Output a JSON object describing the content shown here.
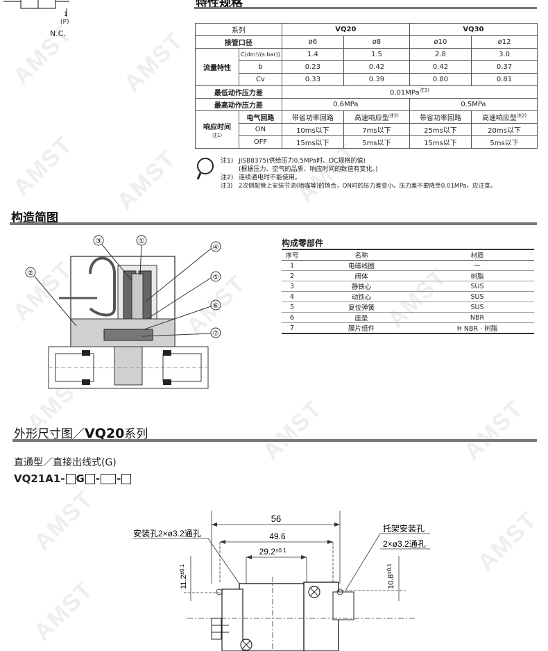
{
  "top": {
    "port_label": "1",
    "port_sub": "(P)",
    "nc_label": "N.C.",
    "section_title": "特性规格"
  },
  "spec": {
    "header_series": "系列",
    "vq20": "VQ20",
    "vq30": "VQ30",
    "port_label": "接管口径",
    "ports": [
      "ø6",
      "ø8",
      "ø10",
      "ø12"
    ],
    "flow_label": "流量特性",
    "c_label": "C(dm³/(s·bar))",
    "c_values": [
      "1.4",
      "1.5",
      "2.8",
      "3.0"
    ],
    "b_label": "b",
    "b_values": [
      "0.23",
      "0.42",
      "0.42",
      "0.37"
    ],
    "cv_label": "Cv",
    "cv_values": [
      "0.33",
      "0.39",
      "0.80",
      "0.81"
    ],
    "min_label": "最低动作压力差",
    "min_value": "0.01MPa",
    "min_note": "注3)",
    "max_label": "最高动作压力差",
    "max_vq20": "0.6MPa",
    "max_vq30": "0.5MPa",
    "resp_label": "响应时间",
    "resp_note": "注1)",
    "circuit_label": "电气回路",
    "circuit_a": "带省功率回路",
    "circuit_b": "高速响应型",
    "circuit_note": "注2)",
    "on_label": "ON",
    "on_values": [
      "10ms以下",
      "7ms以下",
      "25ms以下",
      "20ms以下"
    ],
    "off_label": "OFF",
    "off_values": [
      "15ms以下",
      "5ms以下",
      "15ms以下",
      "5ms以下"
    ]
  },
  "notes": [
    {
      "tag": "注1)",
      "text": "JISB8375(供给压力0.5MPa时、DC规格的值)"
    },
    {
      "tag": "",
      "text": "(根据压力、空气的品质、响应时间的数值有变化。)"
    },
    {
      "tag": "注2)",
      "text": "连续通电时不能使用。"
    },
    {
      "tag": "注3)",
      "text": "2次侧配管上安装节流(喷嘴等)的场合，ON时的压力差变小。压力差不要降至0.01MPa，应注意。"
    }
  ],
  "structure": {
    "title": "构造简图",
    "callouts": [
      "①",
      "②",
      "③",
      "④",
      "⑤",
      "⑥",
      "⑦"
    ]
  },
  "parts": {
    "title": "构成零部件",
    "headers": [
      "序号",
      "名称",
      "材质"
    ],
    "rows": [
      [
        "1",
        "电磁线圈",
        "—"
      ],
      [
        "2",
        "阀体",
        "树脂"
      ],
      [
        "3",
        "静铁心",
        "SUS"
      ],
      [
        "4",
        "动铁心",
        "SUS"
      ],
      [
        "5",
        "复位弹簧",
        "SUS"
      ],
      [
        "6",
        "座垫",
        "NBR"
      ],
      [
        "7",
        "膜片组件",
        "H NBR · 树脂"
      ]
    ]
  },
  "dimensions": {
    "title_prefix": "外形尺寸图／",
    "title_model": "VQ20",
    "title_suffix": "系列",
    "subtitle": "直通型／直接出线式(G)",
    "model_a": "VQ21A1-",
    "model_b": "G",
    "model_c": "-",
    "model_d": "-",
    "dim_56": "56",
    "dim_496": "49.6",
    "dim_292": "29.2",
    "tol_292": "±0.1",
    "dim_112": "11.2",
    "tol_112": "±0.1",
    "dim_108": "10.8",
    "tol_108": "±0.1",
    "hole_label": "安装孔2×ø3.2通孔",
    "bracket_label1": "托架安装孔",
    "bracket_label2": "2×ø3.2通孔"
  },
  "watermark": "AMST"
}
